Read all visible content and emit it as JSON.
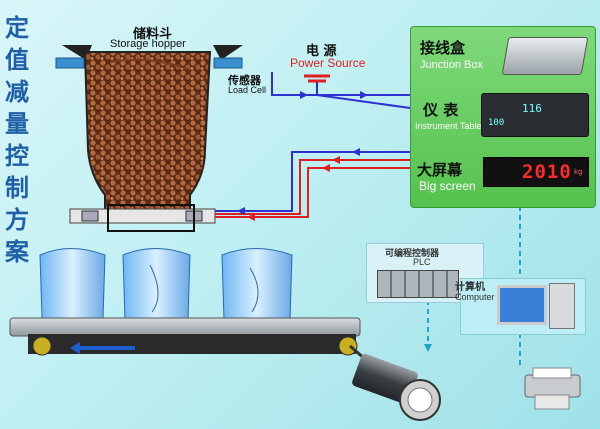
{
  "title_chars": [
    "定",
    "值",
    "减",
    "量",
    "控",
    "制",
    "方",
    "案"
  ],
  "hopper": {
    "cn": "储料斗",
    "en": "Storage hopper"
  },
  "load_cell": {
    "cn": "传感器",
    "en": "Load Cell"
  },
  "power": {
    "cn": "电 源",
    "en": "Power Source"
  },
  "junction_box": {
    "cn": "接线盒",
    "en": "Junction Box"
  },
  "instrument": {
    "cn": "仪 表",
    "en": "Instrument Table",
    "display_top": "116",
    "display_bottom": "100"
  },
  "big_screen": {
    "cn": "大屏幕",
    "en": "Big screen",
    "value": "2010",
    "unit": "kg"
  },
  "plc": {
    "cn": "可编程控制器",
    "en": "PLC"
  },
  "computer": {
    "cn": "计算机",
    "en": "Computer"
  },
  "colors": {
    "wire_blue": "#3030d0",
    "wire_red": "#e02020",
    "panel_green": "#5cc654",
    "title": "#1e5fa8"
  }
}
